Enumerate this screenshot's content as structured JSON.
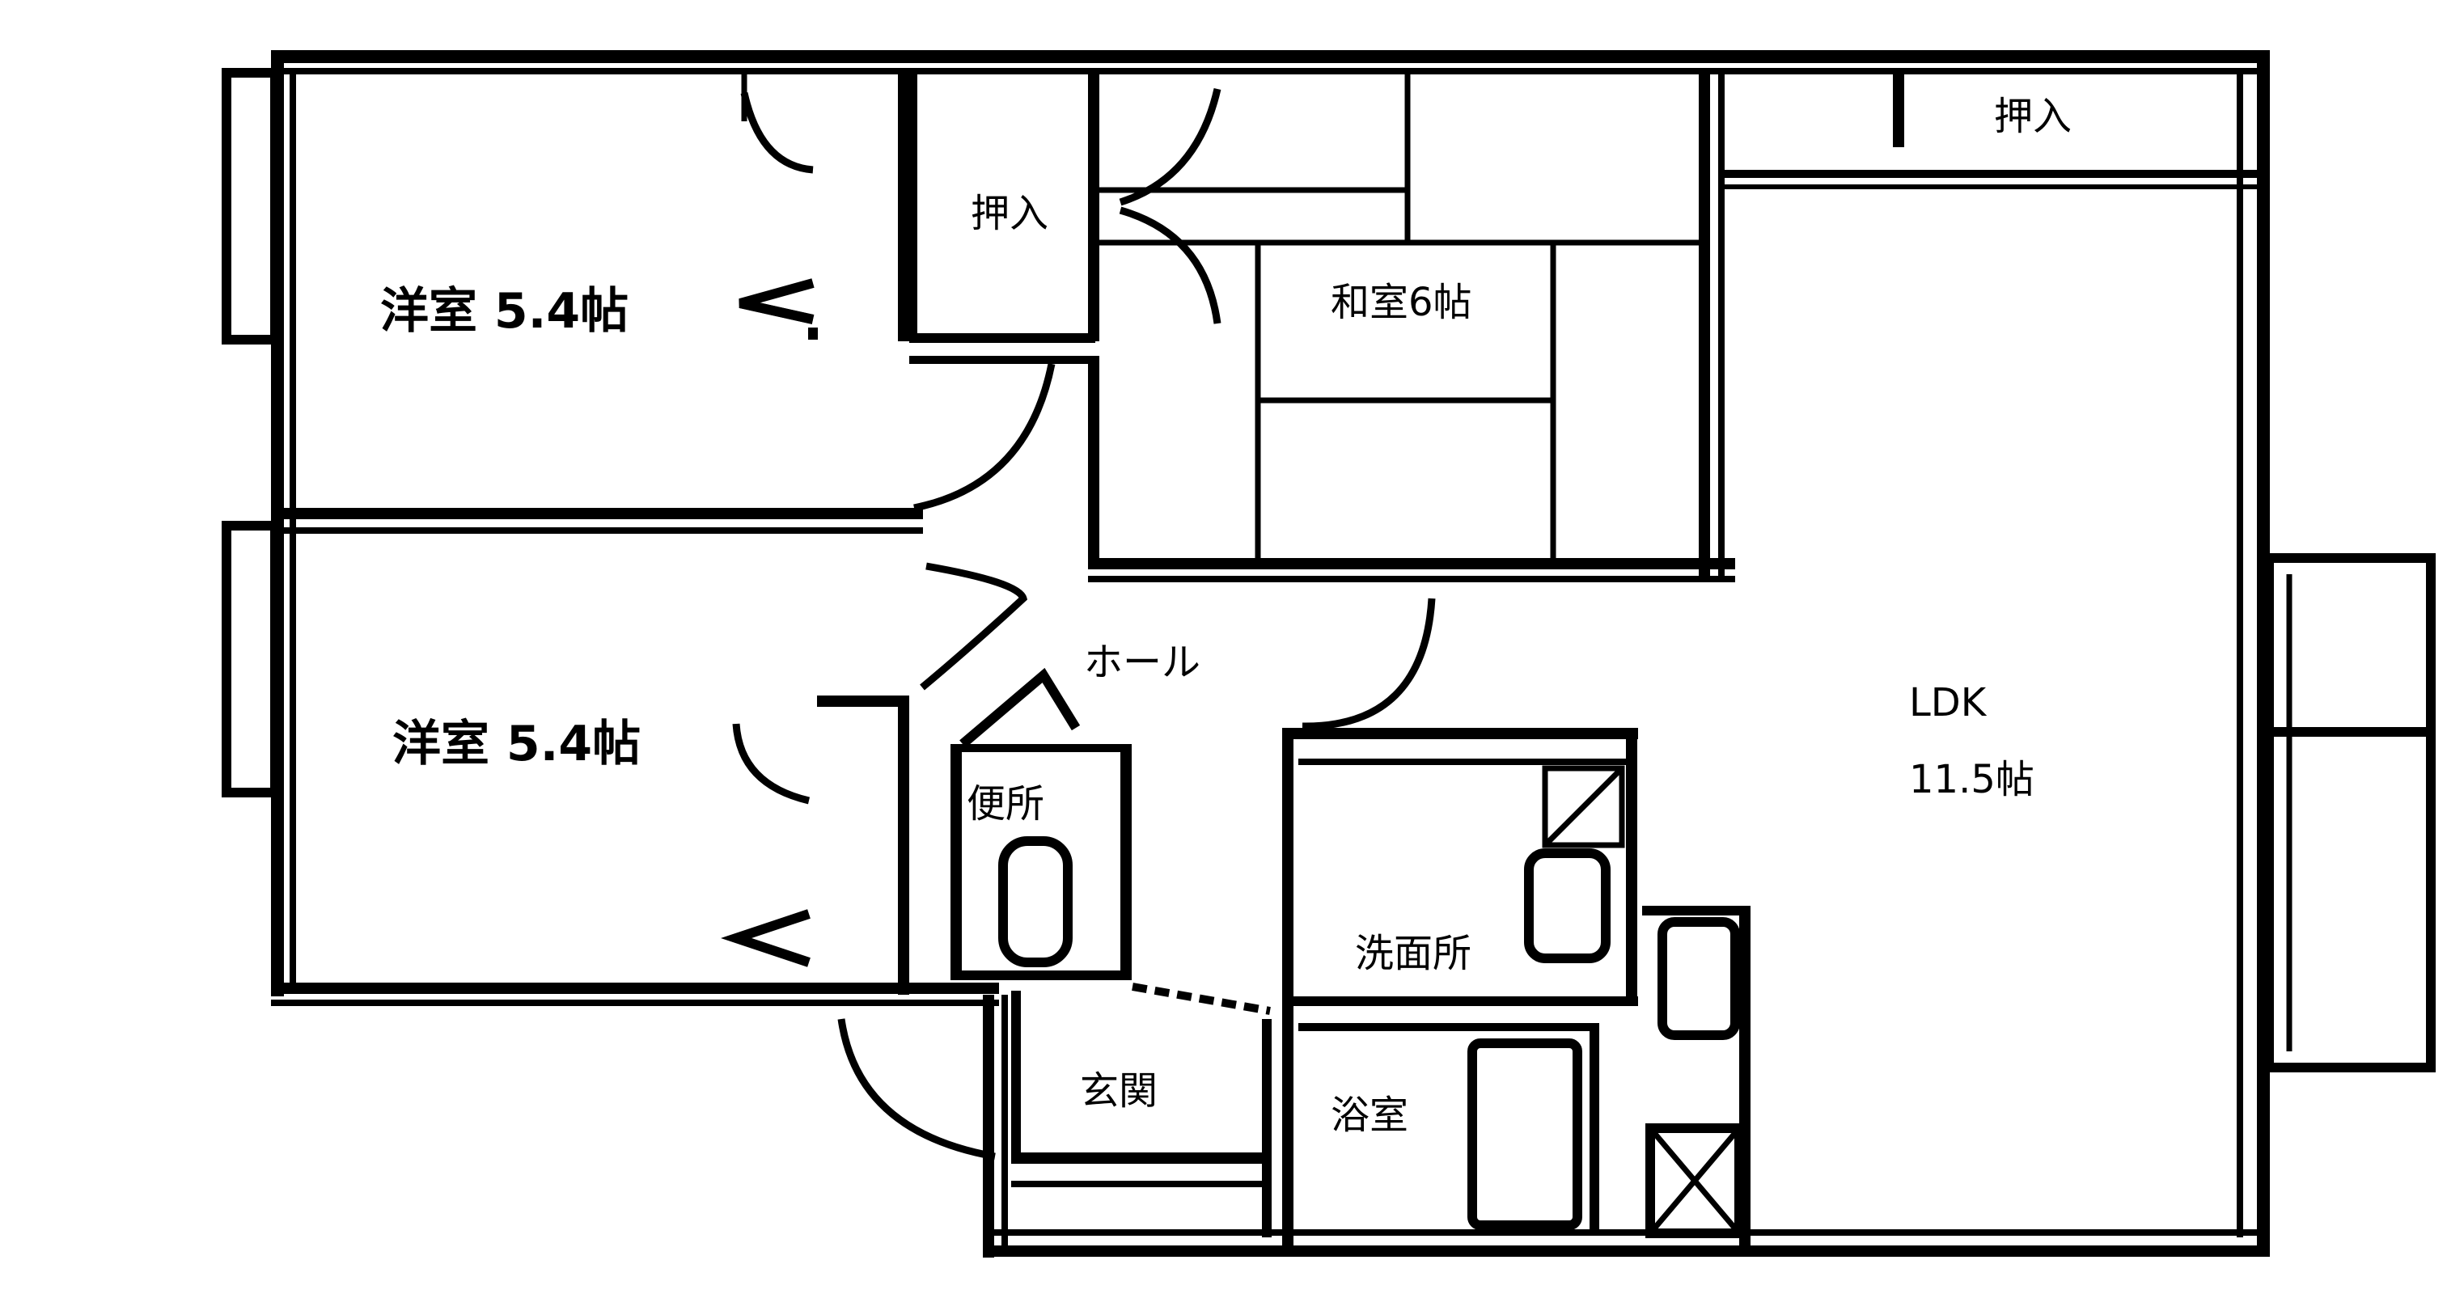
{
  "rooms": {
    "western_room_upper": "洋室 5.4帖",
    "western_room_lower": "洋室 5.4帖",
    "closet_center": "押入",
    "closet_right": "押入",
    "japanese_room": "和室6帖",
    "hall": "ホール",
    "toilet": "便所",
    "washroom": "洗面所",
    "entrance": "玄関",
    "bathroom": "浴室",
    "ldk_name": "LDK",
    "ldk_size": "11.5帖"
  }
}
